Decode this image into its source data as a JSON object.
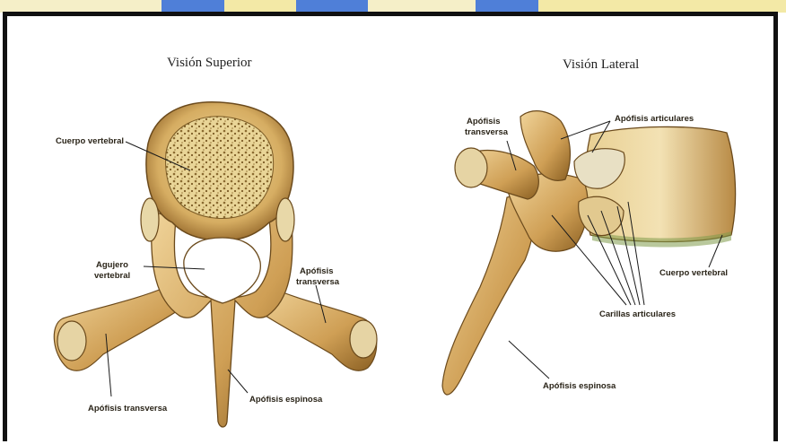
{
  "titles": {
    "superior": "Visión Superior",
    "lateral": "Visión Lateral"
  },
  "superior_labels": {
    "cuerpo": "Cuerpo vertebral",
    "agujero_1": "Agujero",
    "agujero_2": "vertebral",
    "apofisis_tr_1": "Apófisis",
    "apofisis_tr_2": "transversa",
    "apofisis_tr_left": "Apófisis transversa",
    "espinosa": "Apófisis espinosa"
  },
  "lateral_labels": {
    "apofisis_tr_1": "Apófisis",
    "apofisis_tr_2": "transversa",
    "articulares": "Apófisis articulares",
    "cuerpo": "Cuerpo vertebral",
    "carillas": "Carillas articulares",
    "espinosa": "Apófisis espinosa"
  },
  "colors": {
    "bone": "#d9b26a",
    "bone_dark": "#8a5f22",
    "bone_light": "#f0d9a0",
    "frame": "#111111",
    "strip_yellow": "#f3e9a6",
    "strip_blue": "#3b6fd1"
  }
}
